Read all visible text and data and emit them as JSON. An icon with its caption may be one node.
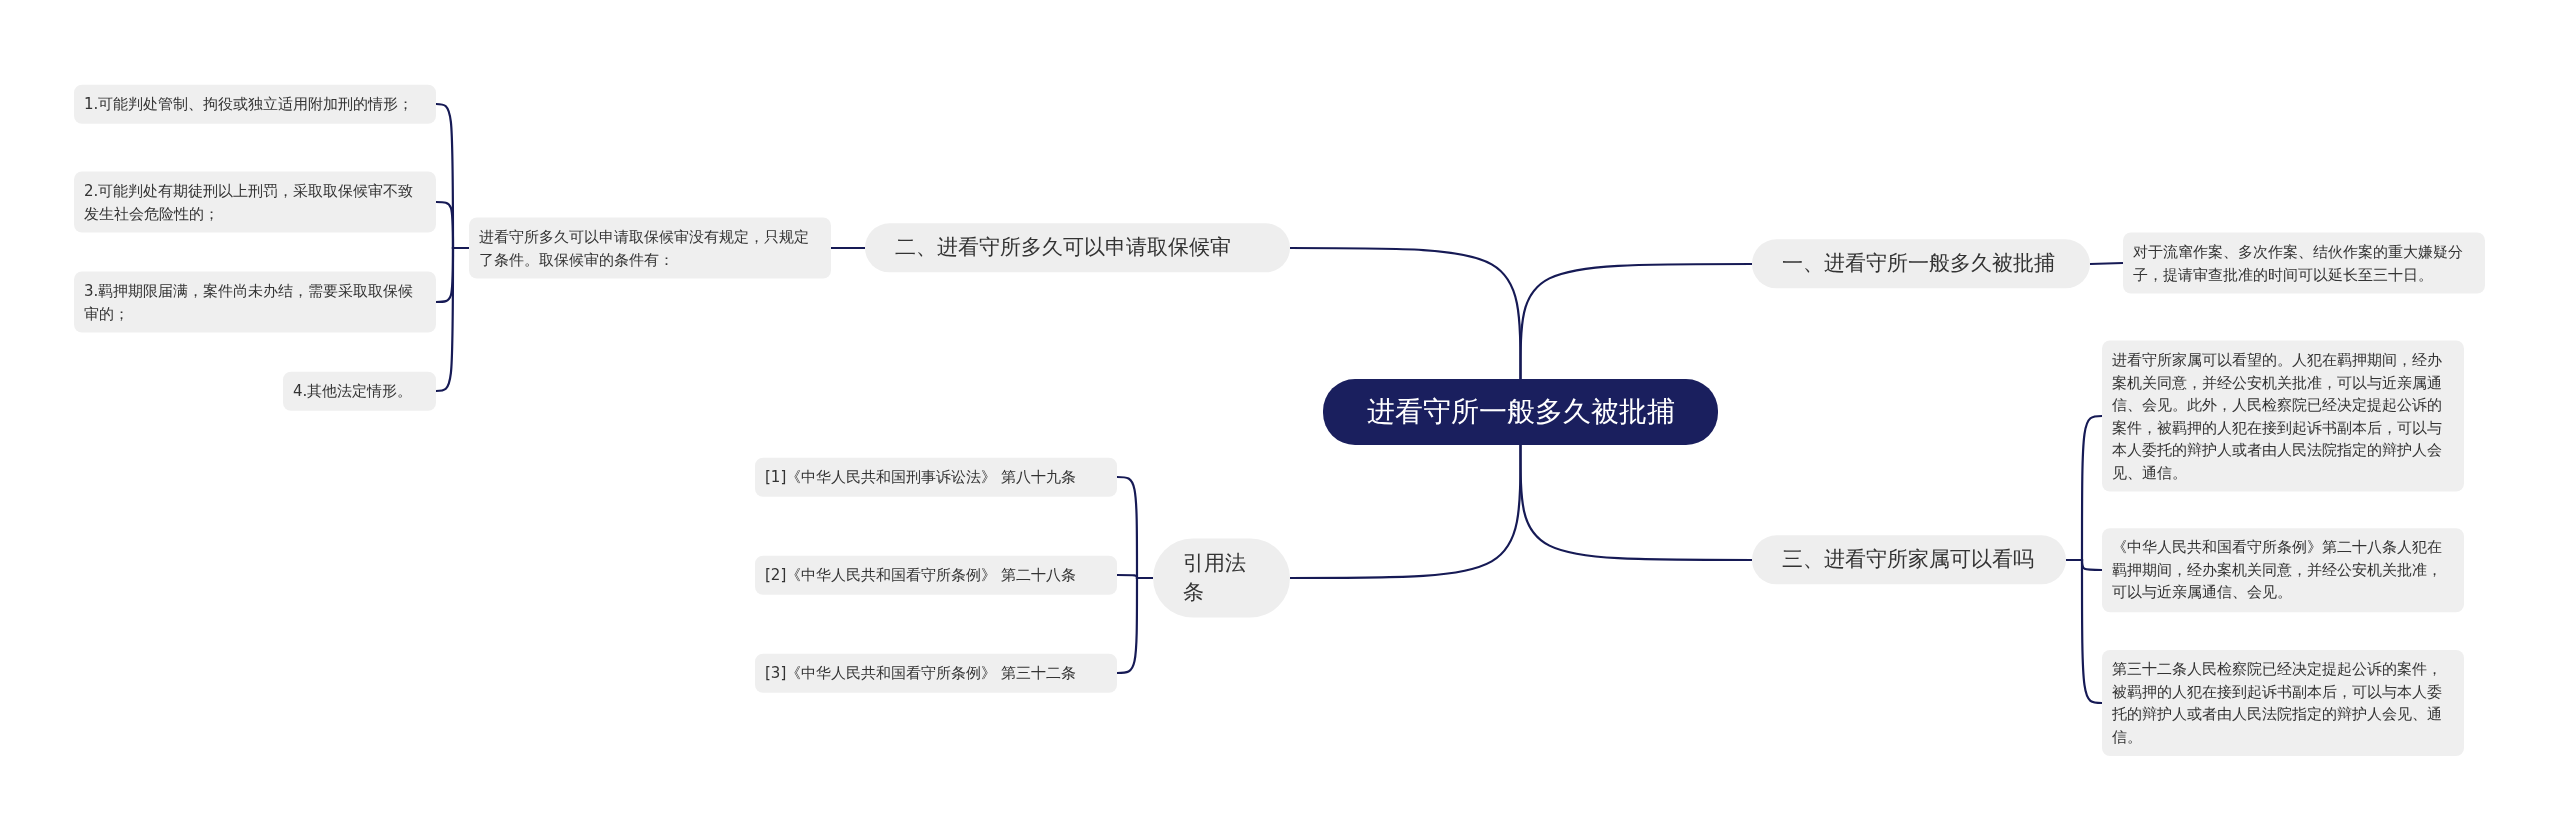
{
  "diagram": {
    "nodes": [
      {
        "text": [
          "进看守所一般多久被批捕"
        ]
      },
      {
        "text": [
          "二、进看守所多久可以申请取保候审"
        ]
      },
      {
        "text": [
          "进看守所多久可以申请取保候审没有规定，只规定了条件。取保候审的条件有："
        ]
      },
      {
        "text": [
          "1.可能判处管制、拘役或独立适用附加刑的情形；"
        ]
      },
      {
        "text": [
          "2.可能判处有期徒刑以上刑罚，采取取保候审不致发生社会危险性的；"
        ]
      },
      {
        "text": [
          "3.羁押期限届满，案件尚未办结，需要采取取保候审的；"
        ]
      },
      {
        "text": [
          "4.其他法定情形。"
        ]
      },
      {
        "text": [
          "引用法条"
        ]
      },
      {
        "text": [
          "[1]《中华人民共和国刑事诉讼法》 第八十九条"
        ]
      },
      {
        "text": [
          "[2]《中华人民共和国看守所条例》 第二十八条"
        ]
      },
      {
        "text": [
          "[3]《中华人民共和国看守所条例》 第三十二条"
        ]
      },
      {
        "text": [
          "一、进看守所一般多久被批捕"
        ]
      },
      {
        "text": [
          "对于流窜作案、多次作案、结伙作案的重大嫌疑分子，提请审查批准的时间可以延长至三十日。"
        ]
      },
      {
        "text": [
          "三、进看守所家属可以看吗"
        ]
      },
      {
        "text": [
          "进看守所家属可以看望的。人犯在羁押期间，经办案机关同意，并经公安机关批准，可以与近亲属通信、会见。此外，人民检察院已经决定提起公诉的案件，被羁押的人犯在接到起诉书副本后，可以与本人委托的辩护人或者由人民法院指定的辩护人会见、通信。"
        ]
      },
      {
        "text": [
          "《中华人民共和国看守所条例》第二十八条人犯在羁押期间，经办案机关同意，并经公安机关批准，可以与近亲属通信、会见。"
        ]
      },
      {
        "text": [
          "第三十二条人民检察院已经决定提起公诉的案件，被羁押的人犯在接到起诉书副本后，可以与本人委托的辩护人或者由人民法院指定的辩护人会见、通信。"
        ]
      }
    ],
    "edges": [
      {
        "from": 0,
        "to": 1,
        "arrow": "none"
      },
      {
        "from": 1,
        "to": 2,
        "arrow": "none"
      },
      {
        "from": 2,
        "to": 3,
        "arrow": "none"
      },
      {
        "from": 2,
        "to": 4,
        "arrow": "none"
      },
      {
        "from": 2,
        "to": 5,
        "arrow": "none"
      },
      {
        "from": 2,
        "to": 6,
        "arrow": "none"
      },
      {
        "from": 0,
        "to": 7,
        "arrow": "none"
      },
      {
        "from": 7,
        "to": 8,
        "arrow": "none"
      },
      {
        "from": 7,
        "to": 9,
        "arrow": "none"
      },
      {
        "from": 7,
        "to": 10,
        "arrow": "none"
      },
      {
        "from": 0,
        "to": 11,
        "arrow": "none"
      },
      {
        "from": 11,
        "to": 12,
        "arrow": "none"
      },
      {
        "from": 0,
        "to": 13,
        "arrow": "none"
      },
      {
        "from": 13,
        "to": 14,
        "arrow": "none"
      },
      {
        "from": 13,
        "to": 15,
        "arrow": "none"
      },
      {
        "from": 13,
        "to": 16,
        "arrow": "none"
      }
    ]
  }
}
